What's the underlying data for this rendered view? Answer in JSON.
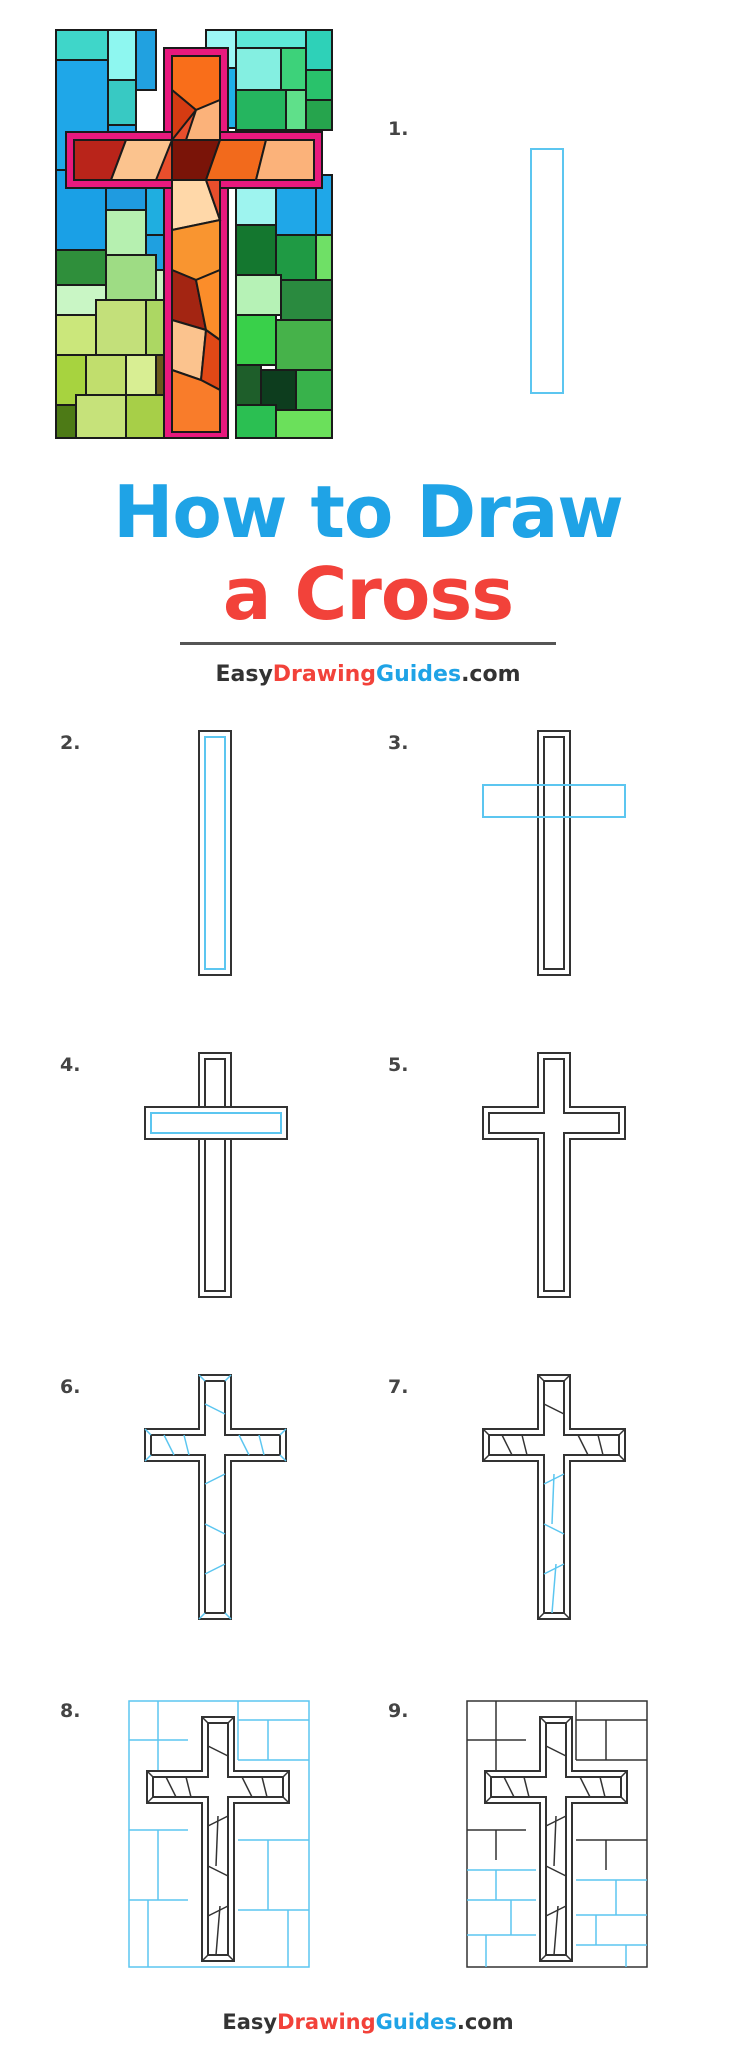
{
  "title": {
    "line1": "How to Draw",
    "line2": "a Cross"
  },
  "brand": {
    "part1": "Easy",
    "part2": "Drawing",
    "part3": "Guides",
    "part4": ".com"
  },
  "steps": [
    "1.",
    "2.",
    "3.",
    "4.",
    "5.",
    "6.",
    "7.",
    "8.",
    "9."
  ],
  "colors": {
    "blue": "#1fa3e6",
    "red": "#f2423a",
    "dark": "#333333",
    "guide": "#5cc6f0"
  }
}
